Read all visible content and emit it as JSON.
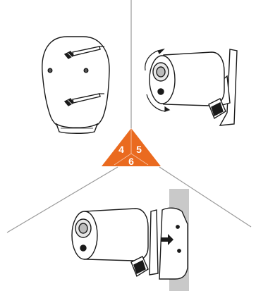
{
  "steps": {
    "top_left": "4",
    "top_right": "5",
    "bottom": "6"
  },
  "colors": {
    "badge": "#ea6a1f",
    "badge_text": "#ffffff",
    "divider_line": "#9a9a9a",
    "wall": "#c9c9c9",
    "outline": "#1a1a1a"
  },
  "icons": {
    "rotation": "rotate-arrows-icon",
    "insert": "arrow-right-icon"
  }
}
